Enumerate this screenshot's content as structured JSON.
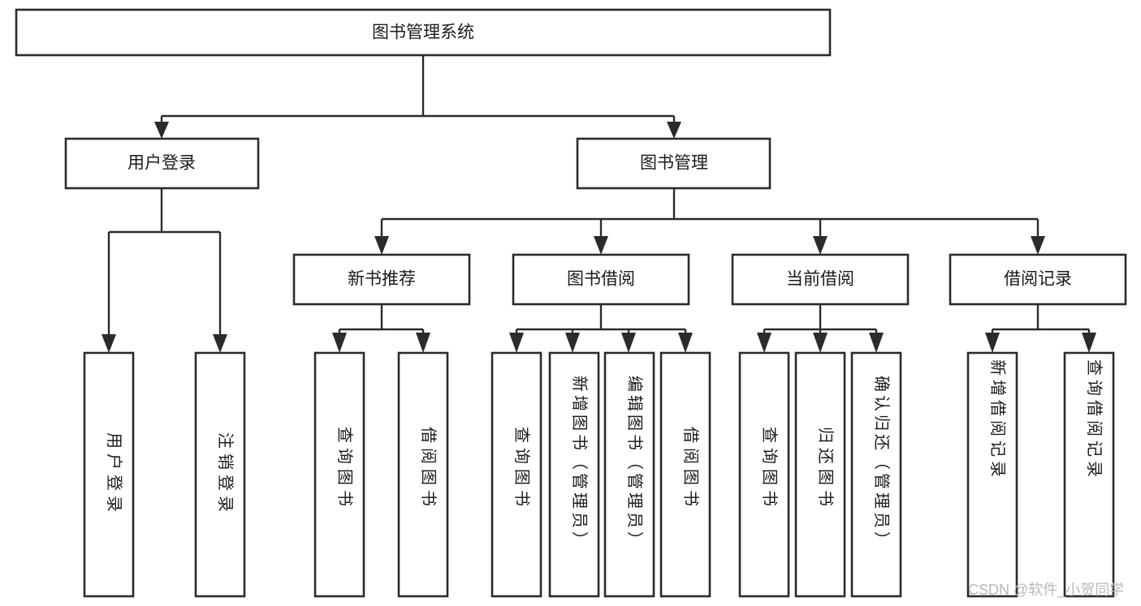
{
  "diagram": {
    "type": "tree-hierarchy",
    "title": "图书管理系统",
    "background_color": "#ffffff",
    "line_color": "#2b2b2b",
    "text_color": "#1b1b1b",
    "root": {
      "id": "root",
      "label": "图书管理系统",
      "orientation": "horizontal"
    },
    "level2": [
      {
        "id": "user-login",
        "label": "用户登录",
        "orientation": "horizontal"
      },
      {
        "id": "book-management",
        "label": "图书管理",
        "orientation": "horizontal"
      }
    ],
    "level3": [
      {
        "id": "new-book-recommend",
        "label": "新书推荐",
        "orientation": "horizontal",
        "parent": "book-management"
      },
      {
        "id": "book-borrow",
        "label": "图书借阅",
        "orientation": "horizontal",
        "parent": "book-management"
      },
      {
        "id": "current-borrow",
        "label": "当前借阅",
        "orientation": "horizontal",
        "parent": "book-management"
      },
      {
        "id": "borrow-record",
        "label": "借阅记录",
        "orientation": "horizontal",
        "parent": "book-management"
      }
    ],
    "leaves": [
      {
        "id": "leaf-user-login",
        "label": "用户登录",
        "orientation": "vertical",
        "parent": "user-login"
      },
      {
        "id": "leaf-user-logout",
        "label": "注销登录",
        "orientation": "vertical",
        "parent": "user-login"
      },
      {
        "id": "leaf-query-book-1",
        "label": "查询图书",
        "orientation": "vertical",
        "parent": "new-book-recommend"
      },
      {
        "id": "leaf-borrow-book-1",
        "label": "借阅图书",
        "orientation": "vertical",
        "parent": "new-book-recommend"
      },
      {
        "id": "leaf-query-book-2",
        "label": "查询图书",
        "orientation": "vertical",
        "parent": "book-borrow"
      },
      {
        "id": "leaf-add-book",
        "label": "新增图书（管理员）",
        "orientation": "vertical",
        "parent": "book-borrow"
      },
      {
        "id": "leaf-edit-book",
        "label": "编辑图书（管理员）",
        "orientation": "vertical",
        "parent": "book-borrow"
      },
      {
        "id": "leaf-borrow-book-2",
        "label": "借阅图书",
        "orientation": "vertical",
        "parent": "book-borrow"
      },
      {
        "id": "leaf-query-book-3",
        "label": "查询图书",
        "orientation": "vertical",
        "parent": "current-borrow"
      },
      {
        "id": "leaf-return-book",
        "label": "归还图书",
        "orientation": "vertical",
        "parent": "current-borrow"
      },
      {
        "id": "leaf-confirm-return",
        "label": "确认归还（管理员）",
        "orientation": "vertical",
        "parent": "current-borrow"
      },
      {
        "id": "leaf-add-record",
        "label": "新增借阅记录",
        "orientation": "vertical",
        "parent": "borrow-record"
      },
      {
        "id": "leaf-query-record",
        "label": "查询借阅记录",
        "orientation": "vertical",
        "parent": "borrow-record"
      }
    ]
  },
  "watermark": {
    "text": "CSDN @软件_小贺同学",
    "color": "#b9b9b9"
  }
}
